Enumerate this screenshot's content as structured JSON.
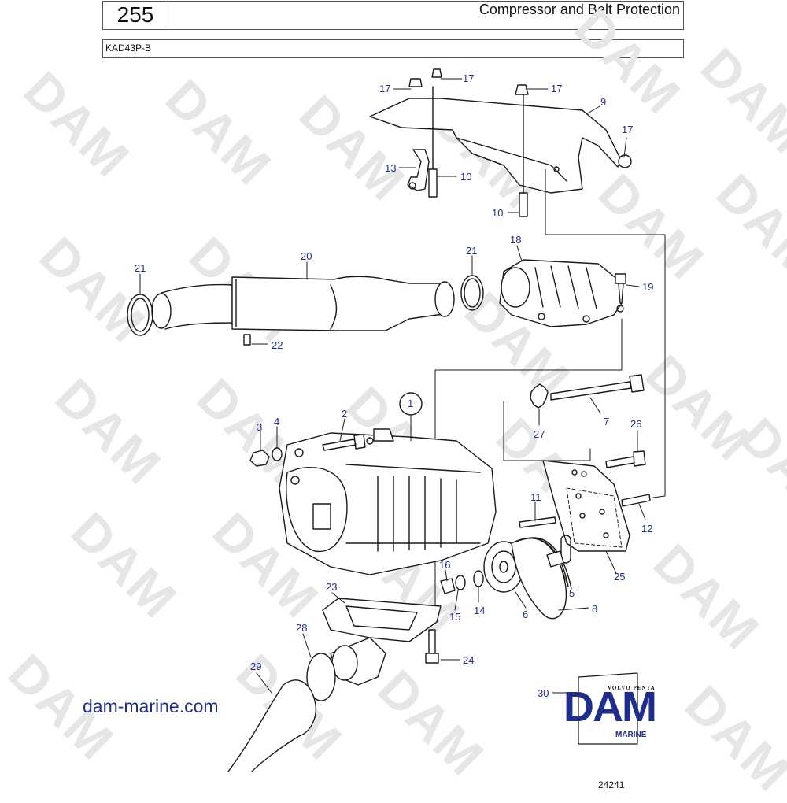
{
  "header": {
    "page_number": "255",
    "title": "Compressor and Belt Protection",
    "model_code": "KAD43P-B"
  },
  "watermark_text": "DAM",
  "callouts": [
    "17",
    "17",
    "17",
    "9",
    "17",
    "13",
    "10",
    "10",
    "18",
    "21",
    "20",
    "21",
    "19",
    "22",
    "1",
    "2",
    "3",
    "4",
    "7",
    "27",
    "26",
    "11",
    "12",
    "25",
    "16",
    "5",
    "14",
    "15",
    "6",
    "8",
    "23",
    "28",
    "24",
    "29",
    "30"
  ],
  "logo": {
    "brand_line": "VOLVO PENTA",
    "main": "DAM",
    "sub": "MARINE"
  },
  "site_link": "dam-marine.com",
  "figure_number": "24241",
  "colors": {
    "callout": "#1f2d8f",
    "line": "#1a1a1a",
    "logo": "#1f2d8f"
  }
}
